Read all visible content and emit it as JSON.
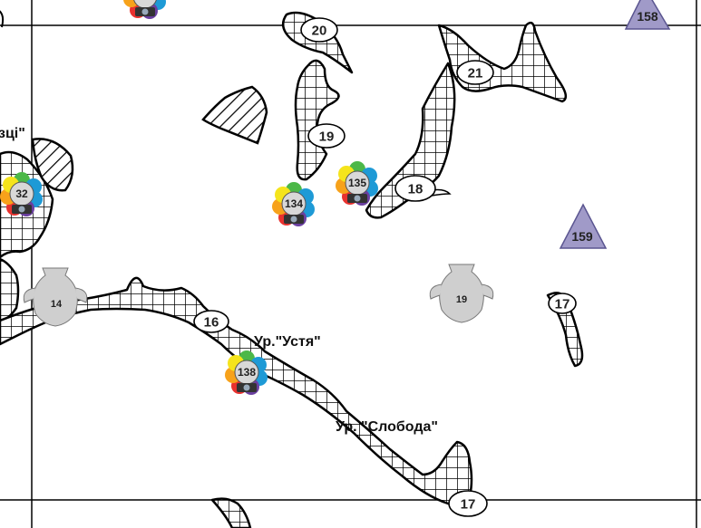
{
  "colors": {
    "triangle_fill": "#a09ac8",
    "flower_petals": [
      "#e8322f",
      "#f7a21b",
      "#f5e41c",
      "#4cb848",
      "#1e9ad6",
      "#6a3fa0"
    ]
  },
  "icons": {
    "site_marker": "flower-camera-icon",
    "find_marker": "amphora-icon",
    "mound_marker": "triangle-icon"
  },
  "place_labels": {
    "ustia": "Ур.\"Устя\"",
    "sloboda": "Ур. \"Слобода\"",
    "partial_left": "зці\""
  },
  "oval_labels": {
    "o20": "20",
    "o21": "21",
    "o19": "19",
    "o18": "18",
    "o16": "16",
    "o17_right": "17",
    "o17_bottom": "17"
  },
  "triangle_labels": {
    "t158": "158",
    "t159": "159"
  },
  "vase_labels": {
    "v14": "14",
    "v19": "19"
  },
  "flower_labels": {
    "f32": "32",
    "f134": "134",
    "f135": "135",
    "f138": "138"
  }
}
